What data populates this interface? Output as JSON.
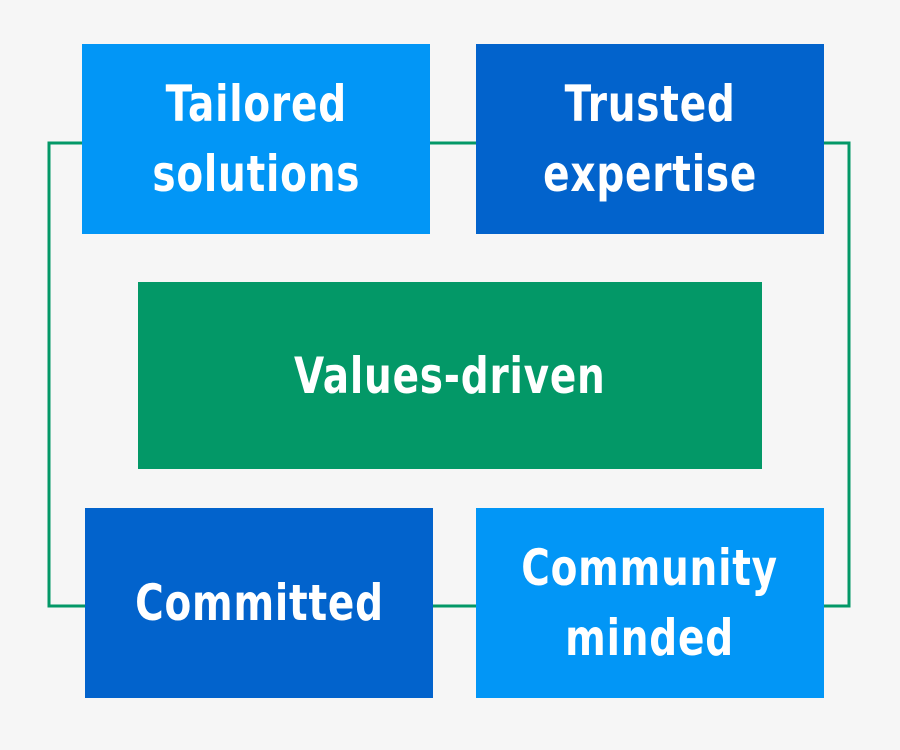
{
  "diagram": {
    "colors": {
      "background": "#f6f6f6",
      "light_blue": "#0296f6",
      "dark_blue": "#0263cc",
      "green": "#039867",
      "connector": "#039867",
      "text": "#ffffff"
    },
    "boxes": {
      "top_left": "Tailored\nsolutions",
      "top_right": "Trusted\nexpertise",
      "center": "Values-driven",
      "bottom_left": "Committed",
      "bottom_right": "Community\nminded"
    }
  }
}
